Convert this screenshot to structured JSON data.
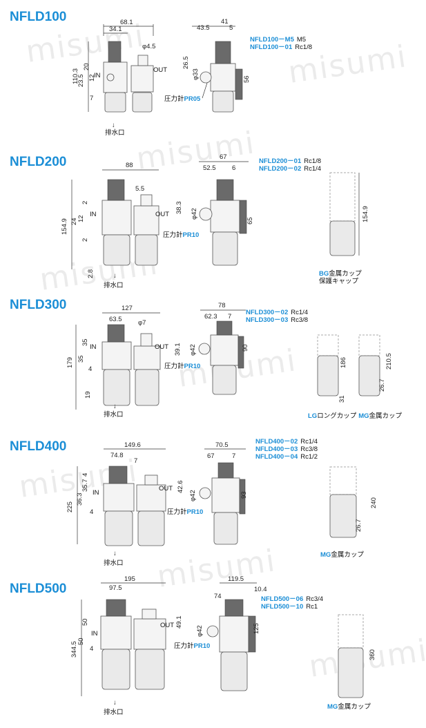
{
  "watermark": "misumi",
  "sections": [
    {
      "model": "NFLD100",
      "dims": {
        "w1": "68.1",
        "w2": "34.1",
        "phi": "φ4.5",
        "h1": "110.3",
        "h2": "20",
        "h3": "23.5",
        "h4": "12",
        "h5": "7",
        "side1": "43.5",
        "side2": "41",
        "side3": "5",
        "side4": "26.5",
        "side5": "φ33",
        "side6": "56"
      },
      "in_label": "IN",
      "out_label": "OUT",
      "drain": "排水口",
      "gauge": {
        "prefix": "圧力計",
        "code": "PR05"
      },
      "codes": [
        {
          "code": "NFLD100－M5",
          "port": "M5"
        },
        {
          "code": "NFLD100－01",
          "port": "Rc1/8"
        }
      ]
    },
    {
      "model": "NFLD200",
      "dims": {
        "w1": "88",
        "w2": "5.5",
        "h1": "154.9",
        "h2": "2",
        "h3": "12",
        "h4": "24",
        "h5": "2",
        "h6": "2.8",
        "side1": "67",
        "side2": "52.5",
        "side3": "6",
        "side4": "38.3",
        "side5": "φ42",
        "side6": "65",
        "cup_h": "154.9"
      },
      "in_label": "IN",
      "out_label": "OUT",
      "drain": "排水口",
      "gauge": {
        "prefix": "圧力計",
        "code": "PR10"
      },
      "codes": [
        {
          "code": "NFLD200－01",
          "port": "Rc1/8"
        },
        {
          "code": "NFLD200－02",
          "port": "Rc1/4"
        }
      ],
      "cup": [
        {
          "code": "BG",
          "text": "金属カップ"
        },
        {
          "code": "",
          "text": "保護キャップ"
        }
      ]
    },
    {
      "model": "NFLD300",
      "dims": {
        "w1": "127",
        "w2": "63.5",
        "phi": "φ7",
        "h1": "179",
        "h2": "35",
        "h3": "35",
        "h4": "4",
        "h5": "19",
        "side1": "78",
        "side2": "62.3",
        "side3": "7",
        "side4": "39.1",
        "side5": "φ42",
        "side6": "90",
        "cup1_h": "186",
        "cup1_b": "31",
        "cup2_h": "210.5",
        "cup2_b": "26.7"
      },
      "in_label": "IN",
      "out_label": "OUT",
      "drain": "排水口",
      "gauge": {
        "prefix": "圧力計",
        "code": "PR10"
      },
      "codes": [
        {
          "code": "NFLD300－02",
          "port": "Rc1/4"
        },
        {
          "code": "NFLD300－03",
          "port": "Rc3/8"
        }
      ],
      "cup": [
        {
          "code": "LG",
          "text": "ロングカップ"
        },
        {
          "code": "MG",
          "text": "金属カップ"
        }
      ]
    },
    {
      "model": "NFLD400",
      "dims": {
        "w1": "149.6",
        "w2": "74.8",
        "w3": "7",
        "h1": "225",
        "h2": "35.7",
        "h3": "36.3",
        "h4": "4",
        "h5": "4",
        "side1": "70.5",
        "side2": "67",
        "side3": "7",
        "side4": "42.6",
        "side5": "φ42",
        "side6": "93",
        "cup_h": "240",
        "cup_b": "26.7"
      },
      "in_label": "IN",
      "out_label": "OUT",
      "drain": "排水口",
      "gauge": {
        "prefix": "圧力計",
        "code": "PR10"
      },
      "codes": [
        {
          "code": "NFLD400－02",
          "port": "Rc1/4"
        },
        {
          "code": "NFLD400－03",
          "port": "Rc3/8"
        },
        {
          "code": "NFLD400－04",
          "port": "Rc1/2"
        }
      ],
      "cup": [
        {
          "code": "MG",
          "text": "金属カップ"
        }
      ]
    },
    {
      "model": "NFLD500",
      "dims": {
        "w1": "195",
        "w2": "97.5",
        "h1": "344.5",
        "h2": "50",
        "h3": "50",
        "h4": "4",
        "side1": "119.5",
        "side2": "74",
        "side3": "10.4",
        "side4": "49.1",
        "side5": "φ42",
        "side6": "125",
        "cup_h": "360"
      },
      "in_label": "IN",
      "out_label": "OUT",
      "drain": "排水口",
      "gauge": {
        "prefix": "圧力計",
        "code": "PR10"
      },
      "codes": [
        {
          "code": "NFLD500－06",
          "port": "Rc3/4"
        },
        {
          "code": "NFLD500－10",
          "port": "Rc1"
        }
      ],
      "cup": [
        {
          "code": "MG",
          "text": "金属カップ"
        }
      ]
    }
  ]
}
